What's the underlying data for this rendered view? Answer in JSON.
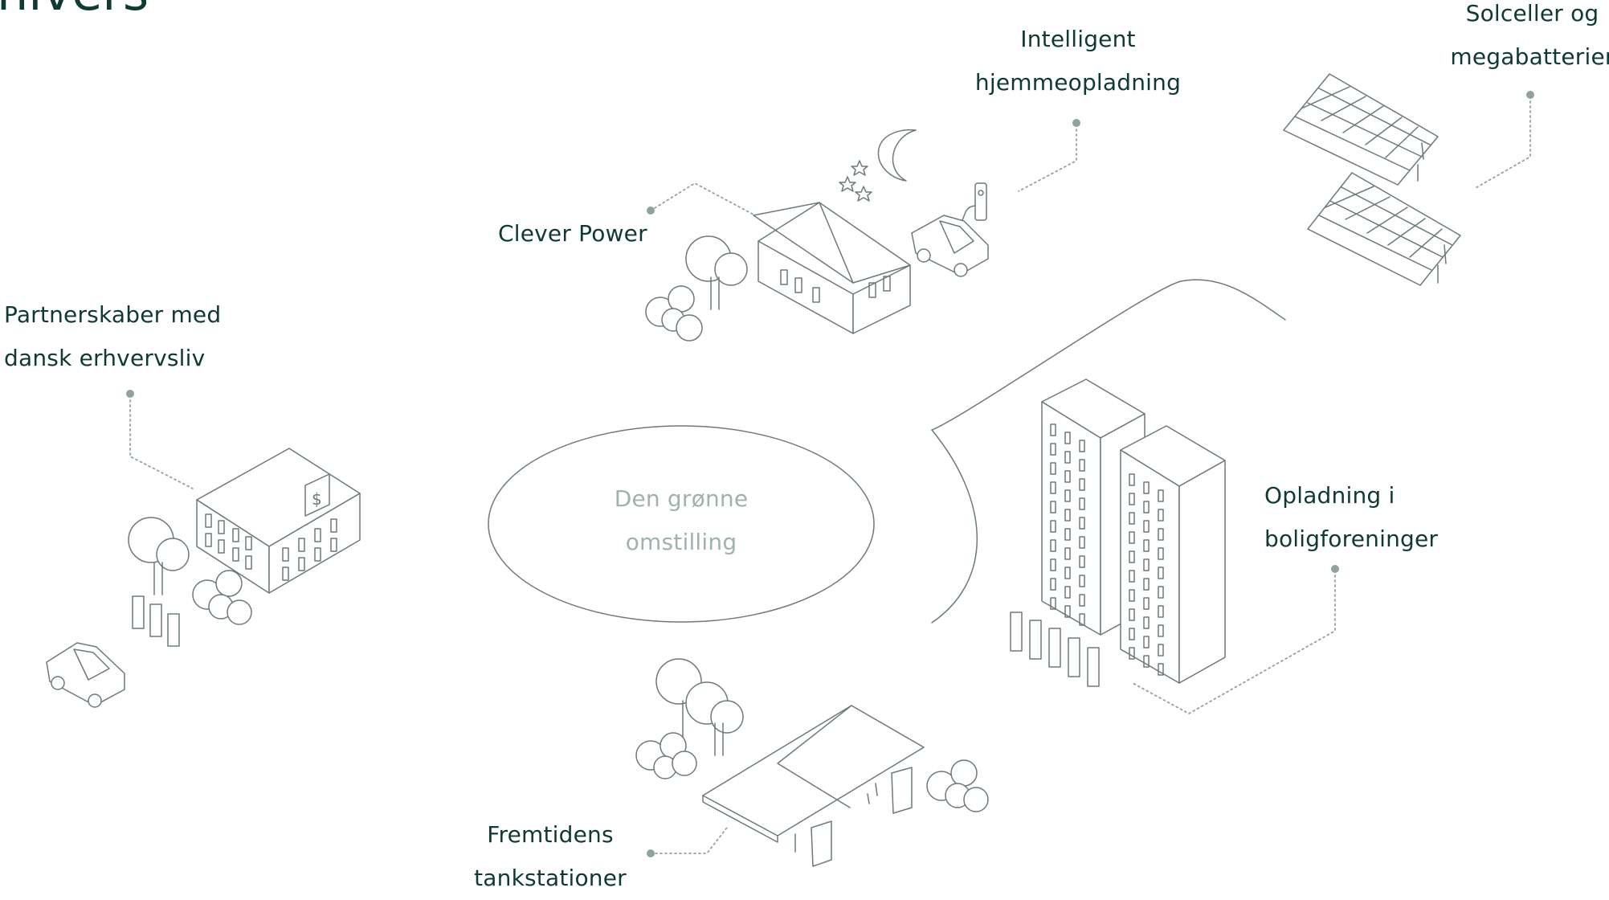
{
  "heading": "nivers",
  "center": {
    "line1": "Den grønne",
    "line2": "omstilling"
  },
  "labels": {
    "intelligent": {
      "line1": "Intelligent",
      "line2": "hjemmeopladning"
    },
    "solar": {
      "line1": "Solceller og",
      "line2": "megabatterier"
    },
    "clever": {
      "line1": "Clever Power"
    },
    "partners": {
      "line1": "Partnerskaber med",
      "line2": "dansk erhvervsliv"
    },
    "housing": {
      "line1": "Opladning i",
      "line2": "boligforeninger"
    },
    "stations": {
      "line1": "Fremtidens",
      "line2": "tankstationer"
    }
  },
  "icons": [
    "house-icon",
    "car-icon",
    "charger-icon",
    "moon-icon",
    "stars-icon",
    "tree-icon",
    "bush-icon",
    "solar-panel-icon",
    "office-building-icon",
    "dollar-sign-icon",
    "apartment-tower-icon",
    "canopy-icon",
    "road-icon"
  ],
  "colors": {
    "line": "#6b7b76",
    "label": "#0f3a33",
    "center_text": "#9fb3ad",
    "dot": "#8fa39d"
  }
}
